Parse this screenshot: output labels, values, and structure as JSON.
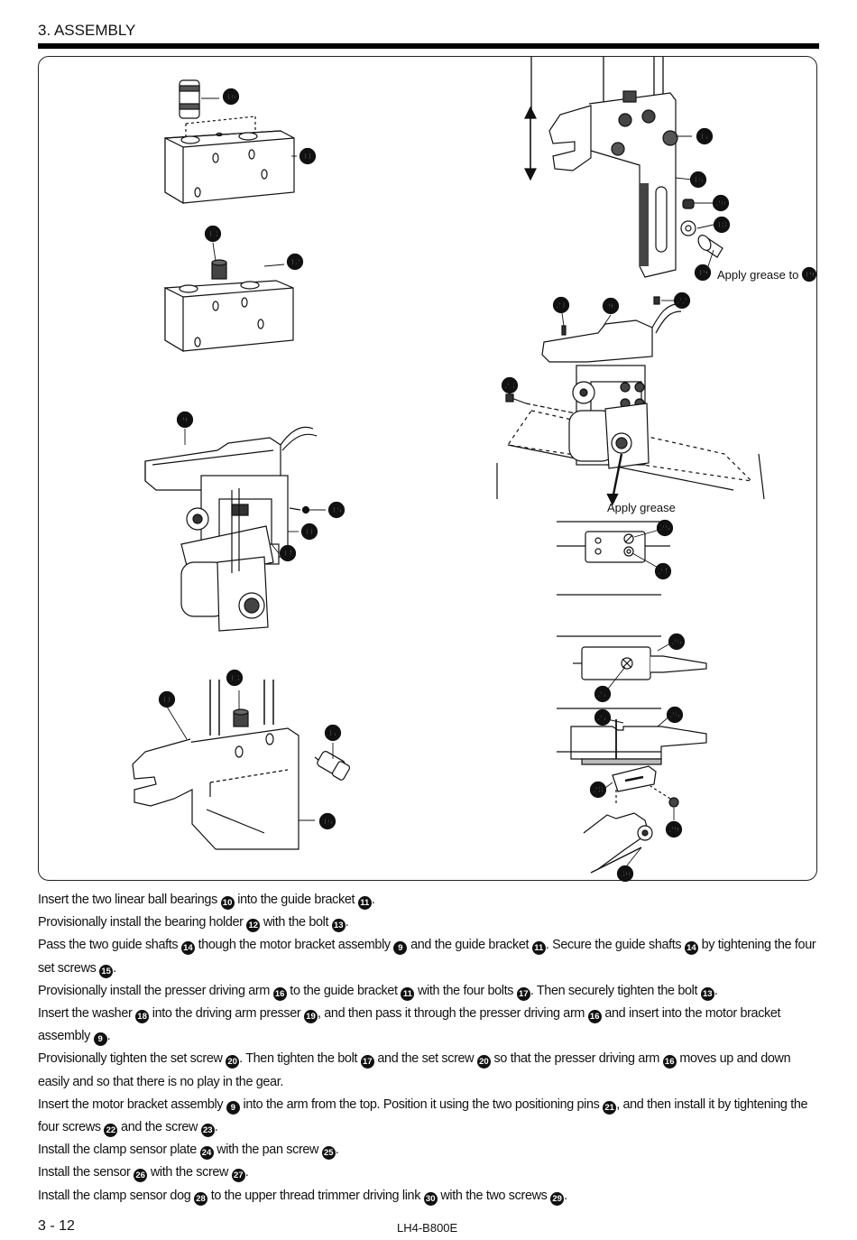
{
  "header": {
    "section_title": "3. ASSEMBLY"
  },
  "figure": {
    "callouts": {
      "apply_grease_to": "Apply grease to",
      "apply_grease": "Apply grease"
    },
    "labels": {
      "n9": "9",
      "n10": "10",
      "n11": "11",
      "n12": "12",
      "n13": "13",
      "n14": "14",
      "n15": "15",
      "n16": "16",
      "n17": "17",
      "n18": "18",
      "n19": "19",
      "n20": "20",
      "n21": "21",
      "n22": "22",
      "n23": "23",
      "n24": "24",
      "n25": "25",
      "n26": "26",
      "n27": "27",
      "n28": "28",
      "n29": "29",
      "n30": "30"
    }
  },
  "instructions": {
    "s1": {
      "a": "Insert the two linear ball bearings",
      "b": "into the guide bracket",
      "c": "."
    },
    "s2": {
      "a": "Provisionally install the bearing holder",
      "b": "with the bolt",
      "c": "."
    },
    "s3": {
      "a": "Pass the two guide shafts",
      "b": "though the motor bracket assembly",
      "c": "and the guide bracket",
      "d": ". Secure the guide shafts",
      "e": "by tightening the four set screws",
      "f": "."
    },
    "s4": {
      "a": "Provisionally install the presser driving arm",
      "b": "to the guide bracket",
      "c": "with the four bolts",
      "d": ". Then securely tighten the bolt",
      "e": "."
    },
    "s5": {
      "a": "Insert the washer",
      "b": "into the driving arm presser",
      "c": ", and then pass it through the presser driving arm",
      "d": "and insert into the motor bracket assembly",
      "e": "."
    },
    "s6": {
      "a": "Provisionally tighten the set screw",
      "b": ". Then tighten the bolt",
      "c": "and the set screw",
      "d": "so that the presser driving arm",
      "e": "moves up and down easily and so that there is no play in the gear."
    },
    "s7": {
      "a": "Insert the motor bracket assembly",
      "b": "into the arm from the top. Position it using the two positioning pins",
      "c": ", and then install it by tightening the four screws",
      "d": "and the screw",
      "e": "."
    },
    "s8": {
      "a": "Install the clamp sensor plate",
      "b": "with the pan screw",
      "c": "."
    },
    "s9": {
      "a": "Install the sensor",
      "b": "with the screw",
      "c": "."
    },
    "s10": {
      "a": "Install the clamp sensor dog",
      "b": "to the upper thread trimmer driving link",
      "c": "with the two screws",
      "d": "."
    }
  },
  "footer": {
    "page_number": "3 - 12",
    "manual_code": "LH4-B800E"
  }
}
